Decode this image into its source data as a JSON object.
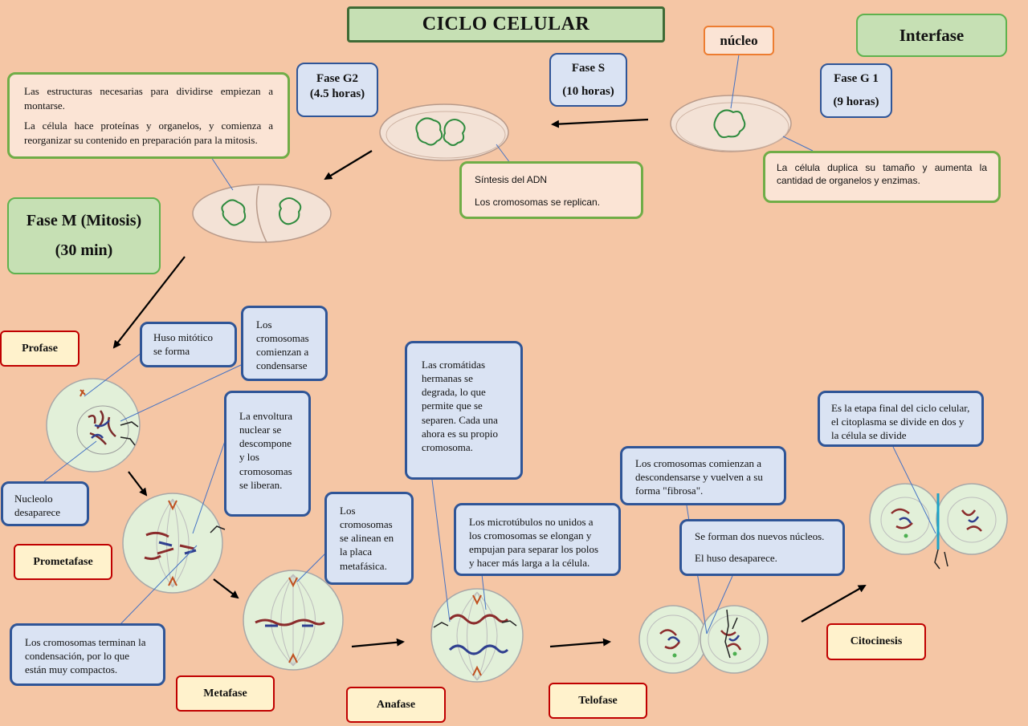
{
  "title": "CICLO CELULAR",
  "interfase": {
    "label": "Interfase"
  },
  "nucleo_label": "núcleo",
  "g1": {
    "name": "Fase G 1",
    "duration": "(9 horas)",
    "desc": "La célula duplica su tamaño y aumenta la cantidad de organelos y enzimas."
  },
  "s": {
    "name": "Fase S",
    "duration": "(10 horas)",
    "desc1": "Síntesis del ADN",
    "desc2": "Los cromosomas se replican."
  },
  "g2": {
    "name": "Fase G2",
    "duration": "(4.5 horas)",
    "desc1": "Las estructuras necesarias para dividirse empiezan a montarse.",
    "desc2": "La célula hace proteínas y organelos, y comienza a reorganizar su contenido en preparación para la mitosis."
  },
  "m": {
    "name": "Fase M (Mitosis)",
    "duration": "(30 min)"
  },
  "profase": {
    "label": "Profase",
    "note1": "Huso mitótico se forma",
    "note2": "Los cromosomas comienzan a condensarse",
    "note3": "Nucleolo desaparece"
  },
  "prometafase": {
    "label": "Prometafase",
    "note1": "La envoltura nuclear se descompone y los cromosomas se liberan.",
    "note2": "Los cromosomas terminan la condensación, por lo que están muy compactos."
  },
  "metafase": {
    "label": "Metafase",
    "note": "Los cromosomas se alinean en la placa metafásica."
  },
  "anafase": {
    "label": "Anafase",
    "note1": "Las cromátidas hermanas se degrada, lo que permite que se separen. Cada una ahora es su propio cromosoma.",
    "note2": "Los microtúbulos no unidos a los cromosomas se elongan y empujan para separar los polos y hacer más larga a la célula."
  },
  "telofase": {
    "label": "Telofase",
    "note1": "Los cromosomas comienzan a descondensarse y vuelven a su forma \"fibrosa\".",
    "note2a": "Se forman dos nuevos núcleos.",
    "note2b": "El huso desaparece."
  },
  "citocinesis": {
    "label": "Citocinesis",
    "note": "Es la etapa final del ciclo celular, el citoplasma se divide en dos y la célula se divide"
  },
  "colors": {
    "background": "#f5c6a5",
    "green_fill": "#c6e0b4",
    "green_border": "#70ad47",
    "blue_fill": "#dae3f3",
    "blue_border": "#2f5597",
    "red_border": "#c00000",
    "cream_fill": "#fff2cc"
  }
}
